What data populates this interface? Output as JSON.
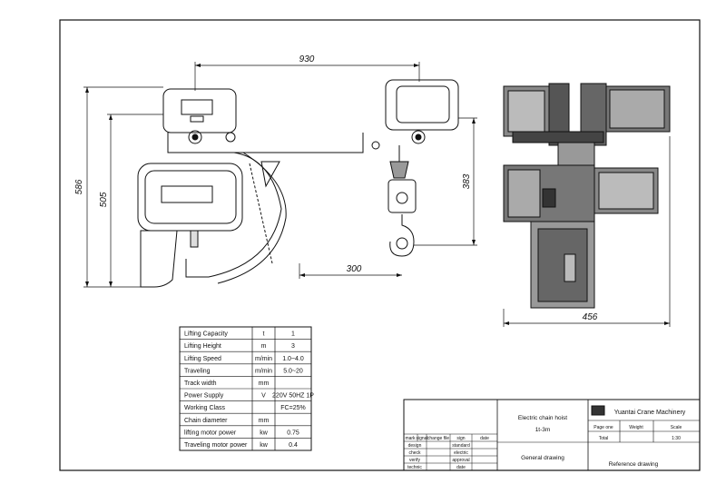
{
  "dimensions": {
    "overall_width": "930",
    "total_height": "586",
    "body_height": "505",
    "hook_height": "383",
    "hook_offset": "300",
    "side_width": "456"
  },
  "spec_table": {
    "rows": [
      {
        "label": "Lifting Capacity",
        "unit": "t",
        "value": "1"
      },
      {
        "label": "Lifting Height",
        "unit": "m",
        "value": "3"
      },
      {
        "label": "Lifting Speed",
        "unit": "m/min",
        "value": "1.0~4.0"
      },
      {
        "label": "Traveling",
        "unit": "m/min",
        "value": "5.0~20"
      },
      {
        "label": "Track width",
        "unit": "mm",
        "value": ""
      },
      {
        "label": "Power Supply",
        "unit": "V",
        "value": "220V 50HZ 1P"
      },
      {
        "label": "Working Class",
        "unit": "",
        "value": "FC=25%"
      },
      {
        "label": "Chain diameter",
        "unit": "mm",
        "value": ""
      },
      {
        "label": "lifting motor power",
        "unit": "kw",
        "value": "0.75"
      },
      {
        "label": "Traveling motor power",
        "unit": "kw",
        "value": "0.4"
      }
    ]
  },
  "title_block": {
    "drawing_title": "Electric chain hoist",
    "model": "1t-3m",
    "company": "Yuantai Crane Machinery",
    "col_page": "Page one",
    "col_weight": "Weight",
    "col_scale": "Scale",
    "total_label": "Total",
    "scale_value": "1:30",
    "general_drawing": "General drawing",
    "reference_drawing": "Reference drawing",
    "rev_headers": [
      "mark",
      "signal",
      "change file",
      "sign",
      "date"
    ],
    "roles": [
      "design",
      "check",
      "verify",
      "technic"
    ],
    "approvals": [
      "standard",
      "electric",
      "approval",
      "date"
    ]
  }
}
